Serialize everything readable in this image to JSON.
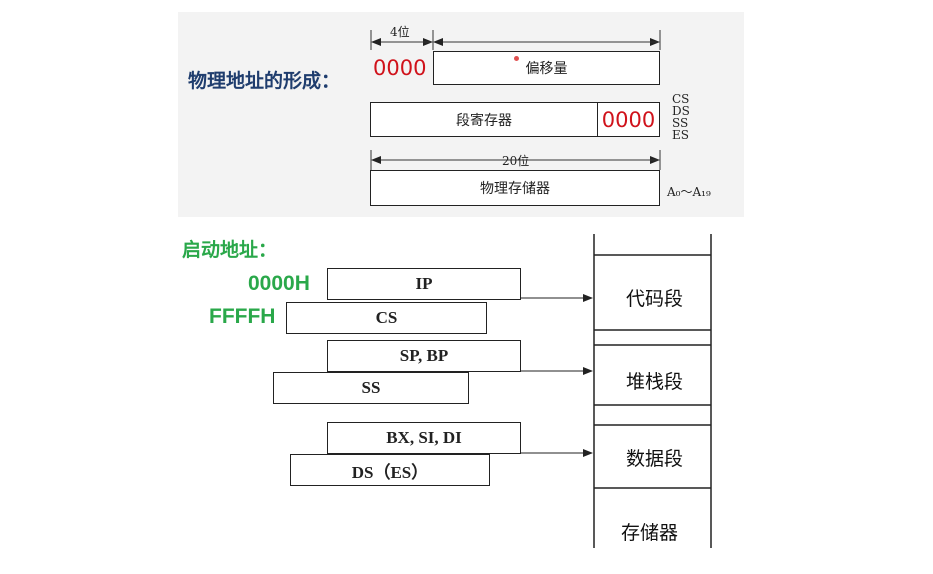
{
  "physical_address": {
    "title": "物理地址的形成：",
    "width_4": "4位",
    "offset_value": "0000",
    "offset_label": "偏移量",
    "segment_register_label": "段寄存器",
    "segment_value": "0000",
    "segment_regs": [
      "CS",
      "DS",
      "SS",
      "ES"
    ],
    "width_20": "20位",
    "physical_memory_label": "物理存储器",
    "address_range": "A₀～A₁₉"
  },
  "startup": {
    "title": "启动地址：",
    "ip_value": "0000H",
    "cs_value": "FFFFH"
  },
  "pairs": [
    {
      "top": "IP",
      "bottom": "CS"
    },
    {
      "top": "SP, BP",
      "bottom": "SS"
    },
    {
      "top": "BX, SI, DI",
      "bottom": "DS（ES）"
    }
  ],
  "memory": {
    "segments": [
      "代码段",
      "堆栈段",
      "数据段"
    ],
    "label": "存储器"
  },
  "colors": {
    "red": "#d0121b",
    "green": "#2aa84a"
  }
}
